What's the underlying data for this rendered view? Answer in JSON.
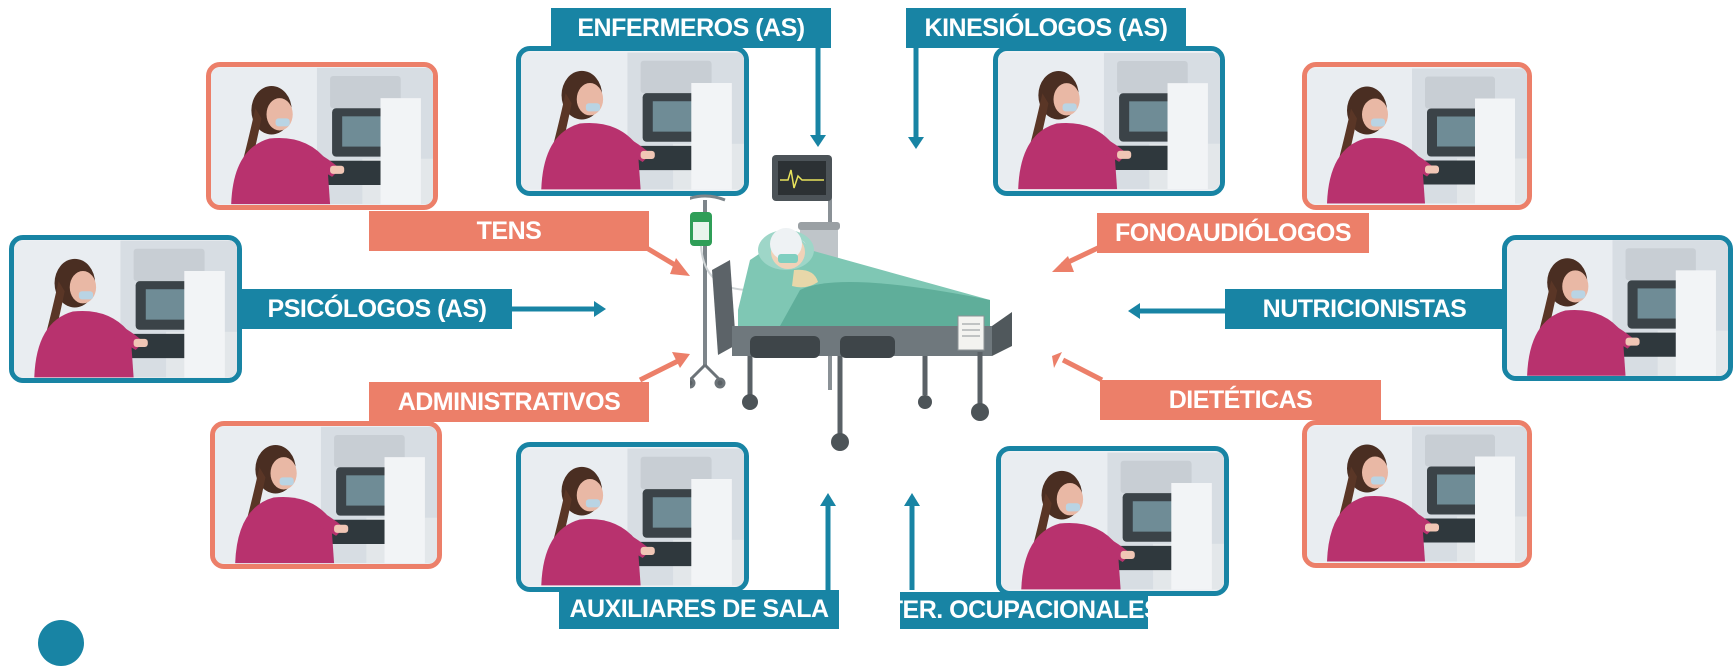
{
  "colors": {
    "teal": "#1884a4",
    "salmon": "#ec7f69"
  },
  "center": {
    "icon": "patient-in-hospital-bed-icon"
  },
  "roles": [
    {
      "key": "enfermeros",
      "label": "ENFERMEROS (AS)",
      "color": "teal"
    },
    {
      "key": "kinesiologos",
      "label": "KINESIÓLOGOS (AS)",
      "color": "teal"
    },
    {
      "key": "tens",
      "label": "TENS",
      "color": "salmon"
    },
    {
      "key": "fonoaudiologos",
      "label": "FONOAUDIÓLOGOS",
      "color": "salmon"
    },
    {
      "key": "psicologos",
      "label": "PSICÓLOGOS (AS)",
      "color": "teal"
    },
    {
      "key": "nutricionistas",
      "label": "NUTRICIONISTAS",
      "color": "teal"
    },
    {
      "key": "administrativos",
      "label": "ADMINISTRATIVOS",
      "color": "salmon"
    },
    {
      "key": "dieteticas",
      "label": "DIETÉTICAS",
      "color": "salmon"
    },
    {
      "key": "auxiliares",
      "label": "AUXILIARES DE SALA",
      "color": "teal"
    },
    {
      "key": "ocupacionales",
      "label": "TER. OCUPACIONALES",
      "color": "teal"
    }
  ]
}
